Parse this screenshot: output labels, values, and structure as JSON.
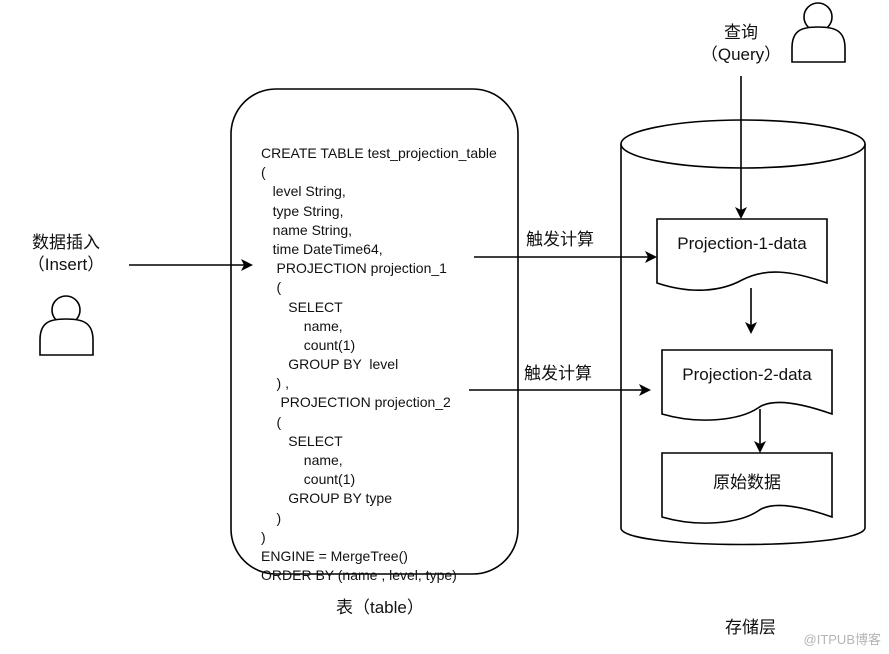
{
  "actors": {
    "insert": {
      "title": "数据插入",
      "subtitle": "（Insert）"
    },
    "query": {
      "title": "查询",
      "subtitle": "（Query）"
    }
  },
  "table": {
    "caption": "表（table）",
    "code_lines": [
      "CREATE TABLE test_projection_table",
      "(",
      "   level String,",
      "   type String,",
      "   name String,",
      "   time DateTime64,",
      "    PROJECTION projection_1",
      "    (",
      "       SELECT",
      "           name,",
      "           count(1)",
      "       GROUP BY  level",
      "    ) ,",
      "     PROJECTION projection_2",
      "    (",
      "       SELECT",
      "           name,",
      "           count(1)",
      "       GROUP BY type",
      "    )",
      ")",
      "ENGINE = MergeTree()",
      "ORDER BY (name , level, type)"
    ]
  },
  "edges": {
    "trigger_1": "触发计算",
    "trigger_2": "触发计算"
  },
  "storage": {
    "caption": "存储层",
    "docs": [
      {
        "label": "Projection-1-data"
      },
      {
        "label": "Projection-2-data"
      },
      {
        "label": "原始数据"
      }
    ]
  },
  "watermark": "@ITPUB博客"
}
